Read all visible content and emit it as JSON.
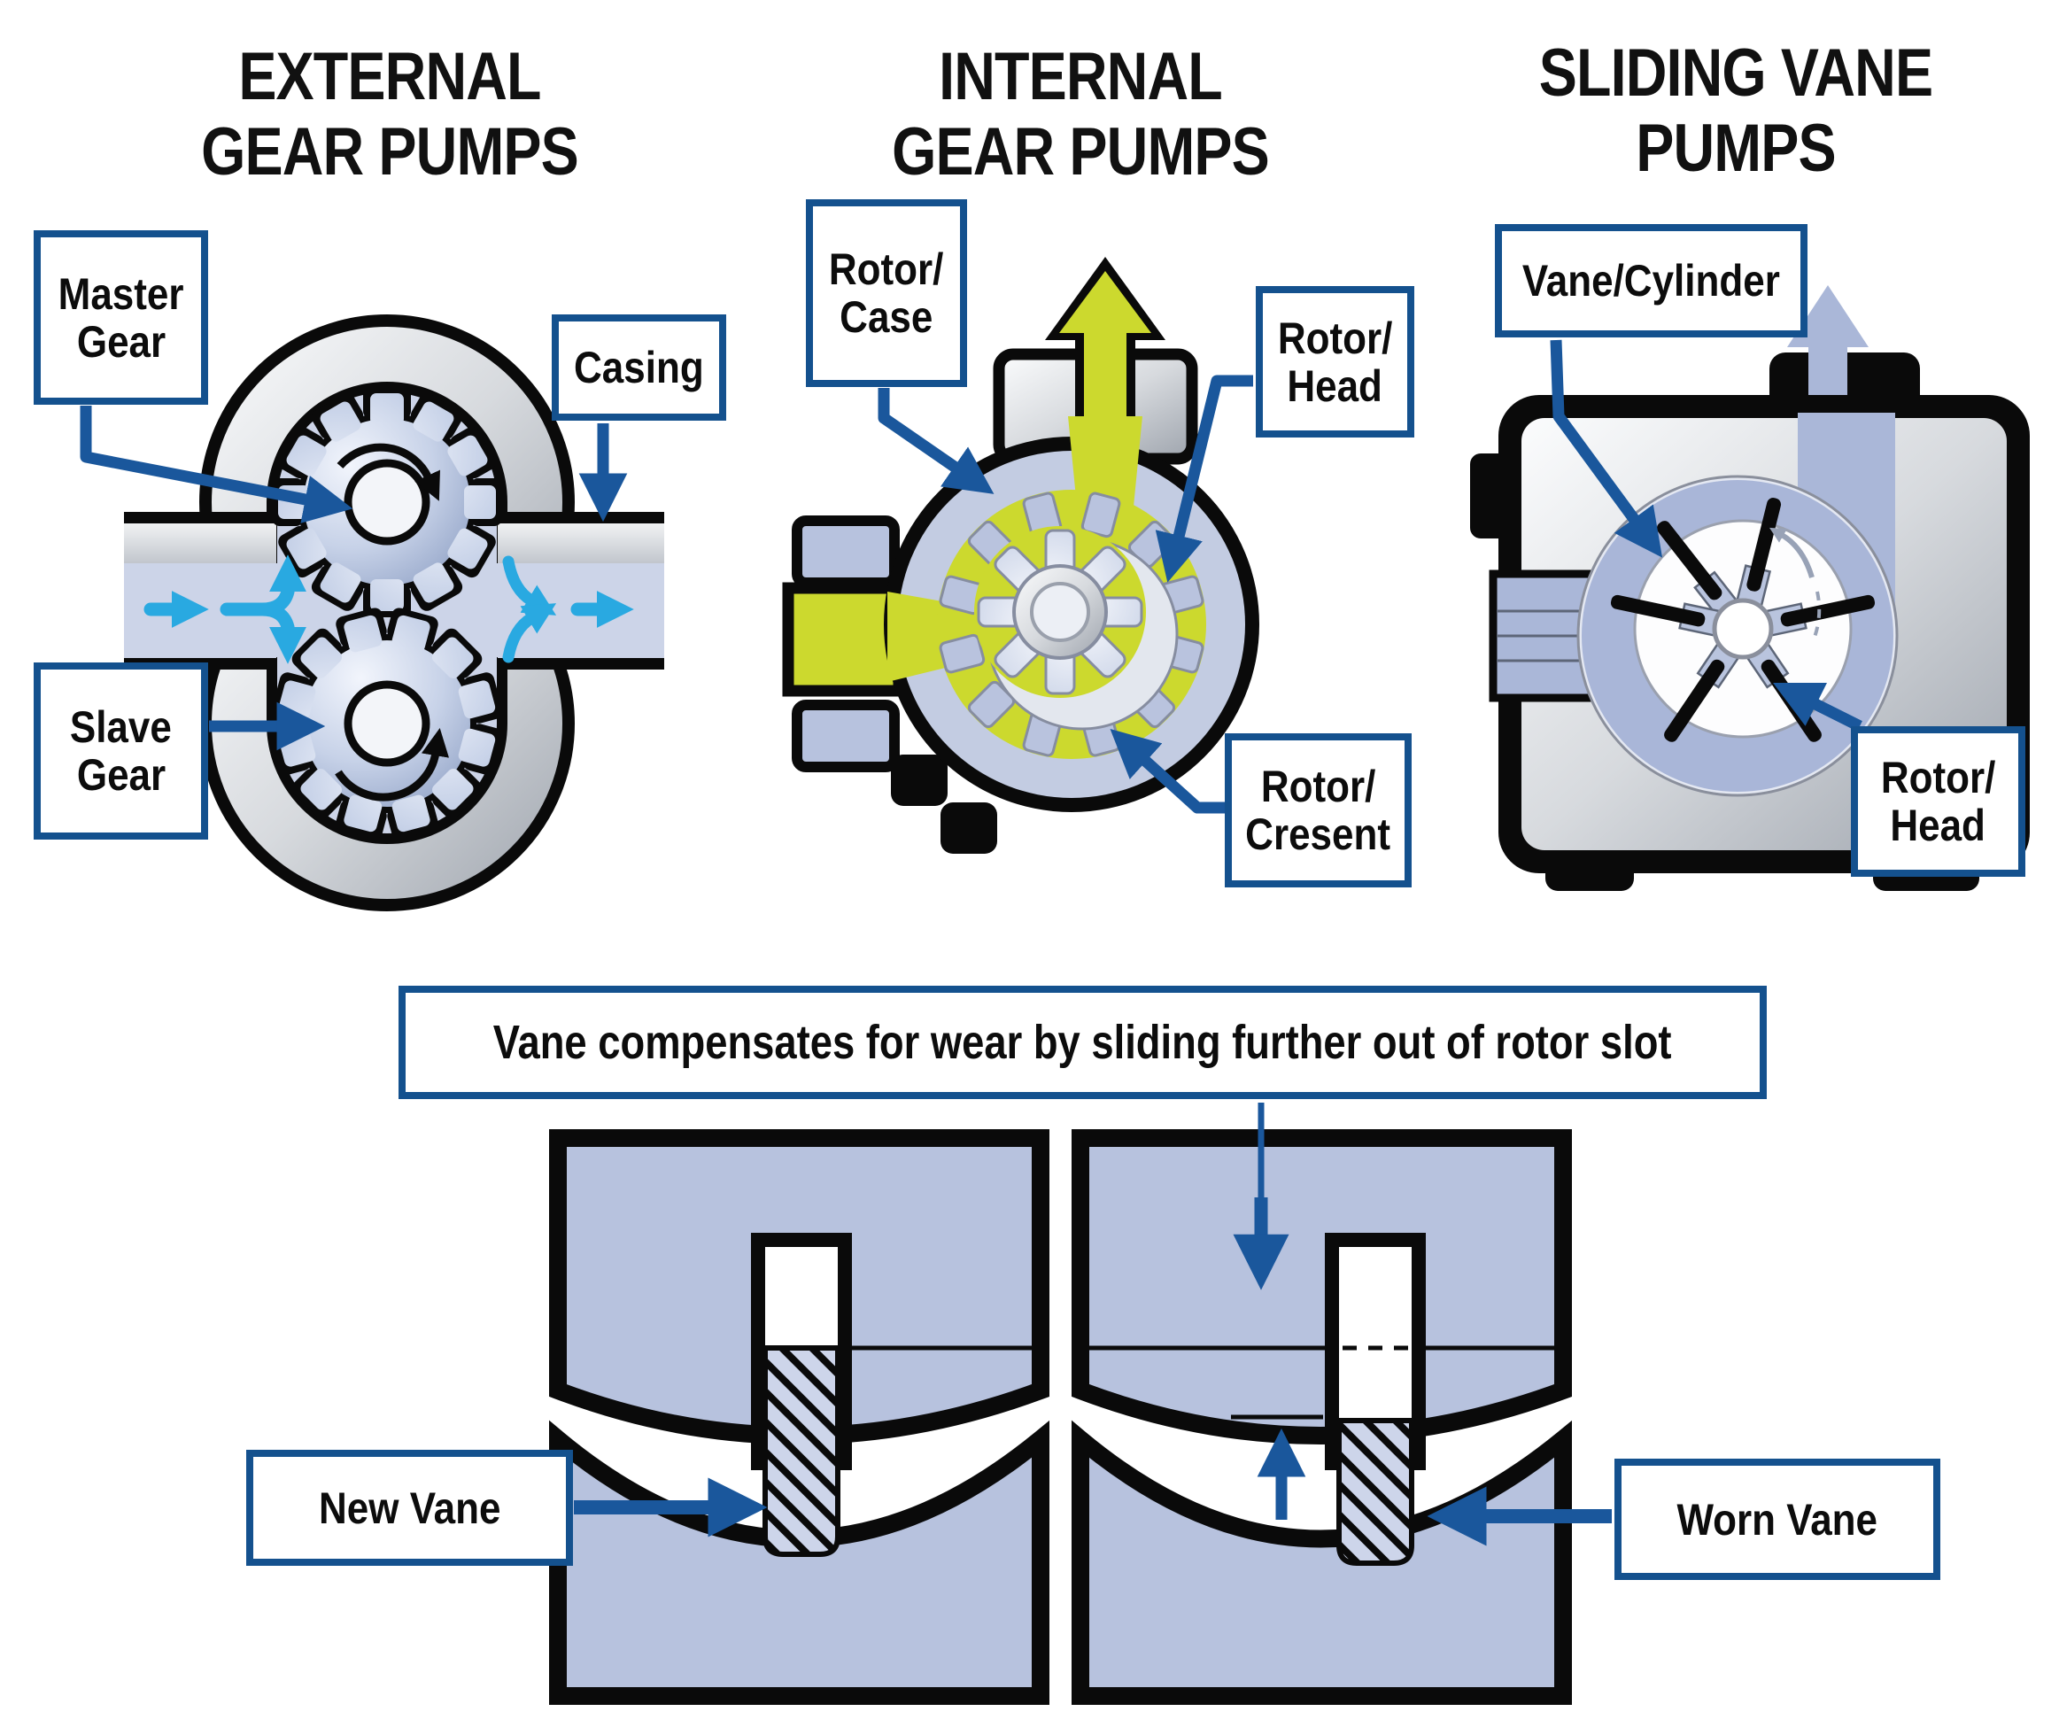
{
  "diagram": {
    "titles": {
      "external": {
        "line1": "EXTERNAL",
        "line2": "GEAR PUMPS"
      },
      "internal": {
        "line1": "INTERNAL",
        "line2": "GEAR PUMPS"
      },
      "sliding": {
        "line1": "SLIDING VANE",
        "line2": "PUMPS"
      }
    },
    "callouts": {
      "master_gear": {
        "line1": "Master",
        "line2": "Gear"
      },
      "casing": {
        "line1": "Casing"
      },
      "slave_gear": {
        "line1": "Slave",
        "line2": "Gear"
      },
      "rotor_case": {
        "line1": "Rotor/",
        "line2": "Case"
      },
      "rotor_head_internal": {
        "line1": "Rotor/",
        "line2": "Head"
      },
      "rotor_cresent": {
        "line1": "Rotor/",
        "line2": "Cresent"
      },
      "vane_cylinder": {
        "line1": "Vane/Cylinder"
      },
      "rotor_head_vane": {
        "line1": "Rotor/",
        "line2": "Head"
      },
      "new_vane": {
        "line1": "New Vane"
      },
      "worn_vane": {
        "line1": "Worn Vane"
      }
    },
    "note": {
      "line1": "Vane compensates for wear by sliding further out of rotor slot"
    },
    "icons": {
      "flow_arrow": "cyan-flow-arrow",
      "label_arrow": "blue-callout-arrow",
      "rotation_arrow": "black-rotation-arc-arrow",
      "discharge_arrow_internal": "yellow-up-arrow",
      "discharge_arrow_vane": "periwinkle-up-arrow"
    },
    "colors": {
      "callout_border": "#14518e",
      "callout_arrow": "#1a579c",
      "flow_cyan": "#29a9e1",
      "fluid_periwinkle": "#ccd4e8",
      "metal_blue": "#b7c2de",
      "ring_blue": "#a9b6d8",
      "pump_yellow": "#ccd92e",
      "outline_black": "#0a0a0a",
      "silver": "#d7dade"
    }
  }
}
